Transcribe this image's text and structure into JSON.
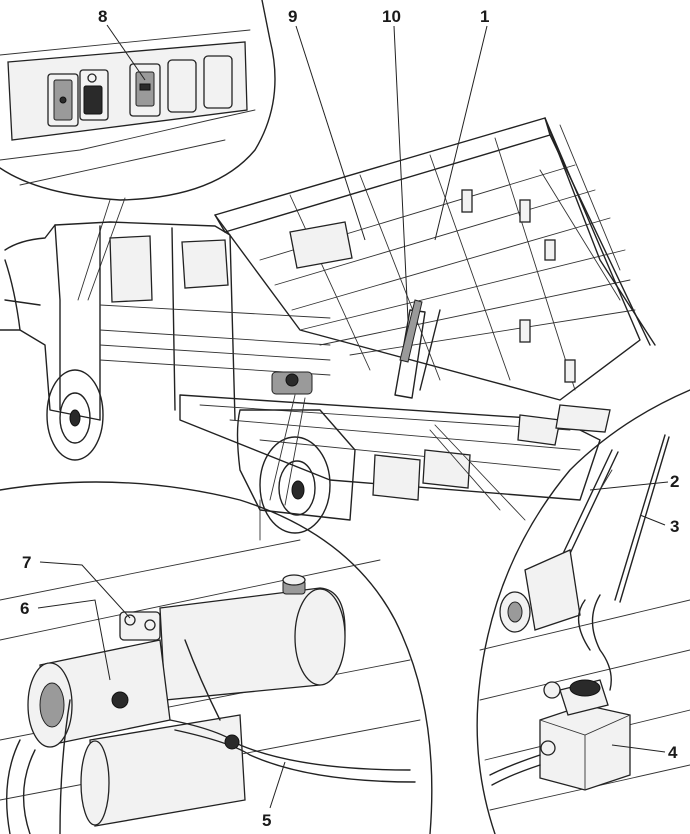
{
  "callouts": [
    {
      "id": "c1",
      "text": "1"
    },
    {
      "id": "c2",
      "text": "2"
    },
    {
      "id": "c3",
      "text": "3"
    },
    {
      "id": "c4",
      "text": "4"
    },
    {
      "id": "c5",
      "text": "5"
    },
    {
      "id": "c6",
      "text": "6"
    },
    {
      "id": "c7",
      "text": "7"
    },
    {
      "id": "c8",
      "text": "8"
    },
    {
      "id": "c9",
      "text": "9"
    },
    {
      "id": "c10",
      "text": "10"
    }
  ],
  "style": {
    "line_color": "#222222",
    "background": "#ffffff"
  }
}
